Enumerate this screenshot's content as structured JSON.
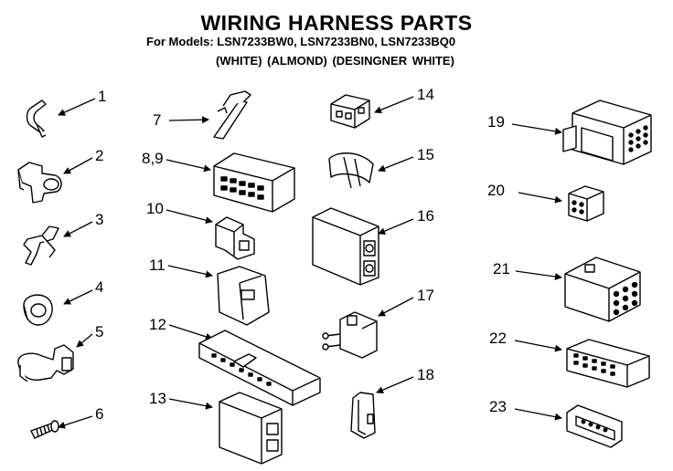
{
  "header": {
    "title": "WIRING HARNESS PARTS",
    "models": "For Models: LSN7233BW0, LSN7233BN0, LSN7233BQ0",
    "variants": "(WHITE)    (ALMOND) (DESINGNER WHITE)"
  },
  "callouts": [
    "1",
    "2",
    "3",
    "4",
    "5",
    "6",
    "7",
    "8,9",
    "10",
    "11",
    "12",
    "13",
    "14",
    "15",
    "16",
    "17",
    "18",
    "19",
    "20",
    "21",
    "22",
    "23"
  ]
}
